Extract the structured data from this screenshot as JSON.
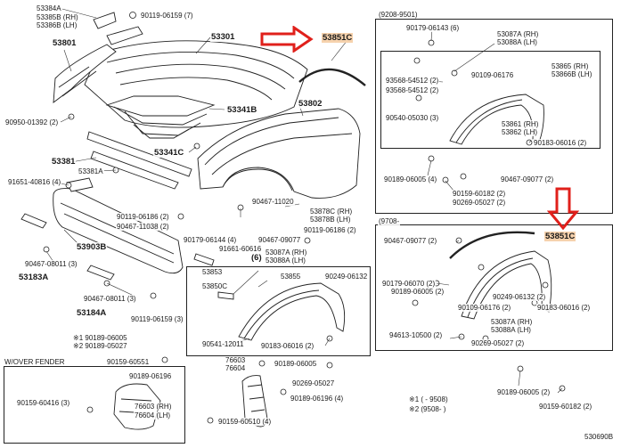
{
  "colors": {
    "arrow": "#e0201b",
    "highlight": "#f6d2ad",
    "ink": "#1a1a1a"
  },
  "labels": {
    "p53384A": "53384A",
    "p53385B": "53385B (RH)",
    "p53386B": "53386B (LH)",
    "p90119_06159_7": "90119-06159 (7)",
    "p53301": "53301",
    "p53801": "53801",
    "p53851C_top": "53851C",
    "p53341B": "53341B",
    "p53802": "53802",
    "p90950": "90950-01392 (2)",
    "p53341C": "53341C",
    "p53381": "53381",
    "p53381A": "53381A",
    "p91651": "91651-40816 (4)",
    "p90119_06186": "90119-06186 (2)",
    "p90467_11038": "90467-11038 (2)",
    "p90467_11020": "90467-11020",
    "p53878C": "53878C (RH)",
    "p53878B": "53878B (LH)",
    "p90119_06186_r": "90119-06186 (2)",
    "p90179_06144": "90179-06144 (4)",
    "p90467_09077_mid": "90467-09077",
    "p91661": "91661-60616",
    "p53087A_mid": "53087A (RH)",
    "p53088A_mid": "53088A (LH)",
    "p6": "(6)",
    "p90249_06132_mid": "90249-06132",
    "p53903B": "53903B",
    "p90467_08011_l": "90467-08011 (3)",
    "p53183A": "53183A",
    "p90467_08011_m": "90467-08011 (3)",
    "p53184A": "53184A",
    "p90119_06159_3": "90119-06159 (3)",
    "p53853": "53853",
    "p53855": "53855",
    "p53850C": "53850C",
    "p90541": "90541-12011",
    "p90183_06016_mid": "90183-06016 (2)",
    "s1_mid": "※1  90189-06005",
    "s2_mid": "※2  90189-05027",
    "p90159_60551": "90159-60551",
    "p76603": "76603",
    "p76604": "76604",
    "p90189_06005_mid": "90189-06005",
    "p90269_05027_mid": "90269-05027",
    "p90189_06196_mid": "90189-06196 (4)",
    "p90159_60510": "90159-60510 (4)",
    "over_fender_title": "W/OVER FENDER",
    "p90189_06196_ov": "90189-06196",
    "p90159_60416": "90159-60416 (3)",
    "p76603_rh": "76603 (RH)",
    "p76604_lh": "76604 (LH)",
    "tr_title": "(9208-9501)",
    "tr_90179_06143": "90179-06143 (6)",
    "tr_53087A": "53087A (RH)",
    "tr_53088A": "53088A (LH)",
    "tr_93568_54512_a": "93568-54512 (2)",
    "tr_90109_06176": "90109-06176",
    "tr_53865": "53865 (RH)",
    "tr_53866B": "53866B (LH)",
    "tr_93568_54512_b": "93568-54512 (2)",
    "tr_90540": "90540-05030 (3)",
    "tr_53861": "53861 (RH)",
    "tr_53862": "53862 (LH)",
    "tr_90183_06016": "90183-06016 (2)",
    "tr_90189_06005": "90189-06005 (4)",
    "tr_90467_09077": "90467-09077 (2)",
    "tr_90159_60182": "90159-60182 (2)",
    "tr_90269_05027": "90269-05027 (2)",
    "br_title": "(9708-",
    "br_90467_09077": "90467-09077 (2)",
    "br_53851C": "53851C",
    "br_90179_06070": "90179-06070 (2)",
    "br_90189_06005": "90189-06005 (2)",
    "br_90249_06132": "90249-06132 (2)",
    "br_90109_06176": "90109-06176 (2)",
    "br_90183_06016": "90183-06016 (2)",
    "br_53087A": "53087A (RH)",
    "br_53088A": "53088A (LH)",
    "br_94613": "94613-10500 (2)",
    "br_90269_05027": "90269-05027 (2)",
    "br_90189_06005_b": "90189-06005 (2)",
    "br_90159_60182": "90159-60182 (2)",
    "note1": "※1 (  - 9508)",
    "note2": "※2 (9508-   )",
    "figure_code": "530690B"
  }
}
